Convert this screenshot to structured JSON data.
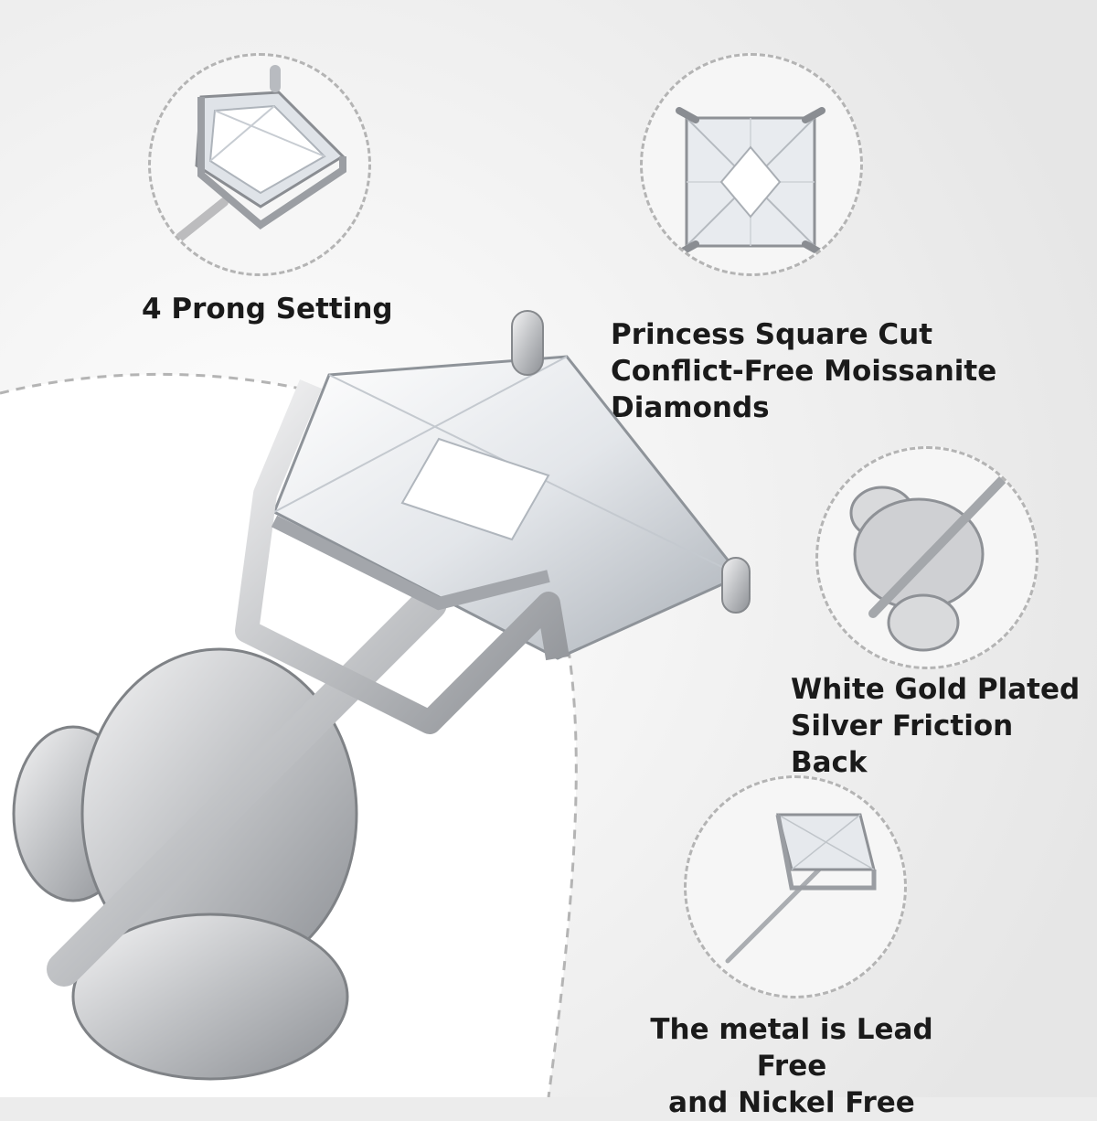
{
  "features": {
    "prong": {
      "lines": [
        "4 Prong Setting"
      ],
      "icon": "prong-setting-closeup"
    },
    "cut": {
      "lines": [
        "Princess Square Cut",
        "Conflict-Free Moissanite",
        "Diamonds"
      ],
      "icon": "princess-cut-top-view"
    },
    "back": {
      "lines": [
        "White Gold Plated",
        "Silver Friction Back"
      ],
      "icon": "friction-back-closeup"
    },
    "metal": {
      "lines": [
        "The metal is Lead Free",
        "and Nickel Free"
      ],
      "icon": "stud-side-view"
    }
  },
  "main_image": {
    "icon": "princess-cut-stud-earring"
  },
  "colors": {
    "background": "#ececec",
    "white_area": "#ffffff",
    "dashed_border": "#b4b4b4",
    "text": "#1a1a1a",
    "metal": "#c8c8ca"
  }
}
